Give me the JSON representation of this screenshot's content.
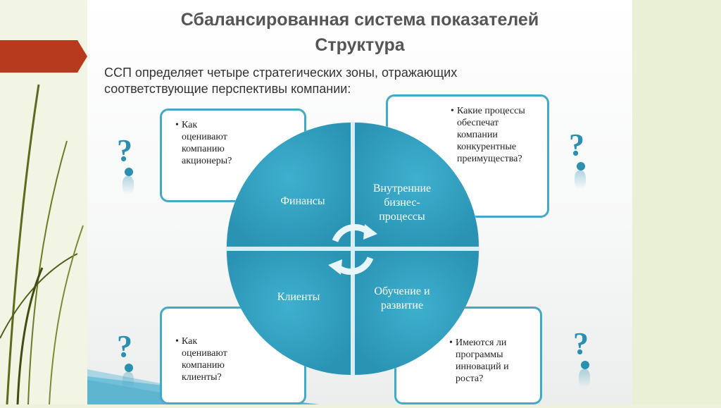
{
  "slide": {
    "title_line1": "Сбалансированная система показателей",
    "title_line2": "Структура",
    "intro_line1": "ССП определяет четыре стратегических зоны, отражающих",
    "intro_line2": "соответствующие перспективы компании:"
  },
  "quadrants": [
    {
      "id": "finance",
      "label": "Финансы"
    },
    {
      "id": "processes",
      "label_lines": [
        "Внутренние",
        "бизнес-",
        "процессы"
      ]
    },
    {
      "id": "clients",
      "label": "Клиенты"
    },
    {
      "id": "learning",
      "label_lines": [
        "Обучение и",
        "развитие"
      ]
    }
  ],
  "questions": {
    "top_left": [
      "Как",
      "оценивают",
      "компанию",
      "акционеры?"
    ],
    "top_right": [
      "Какие процессы",
      "обеспечат",
      "компании",
      "конкурентные",
      "преимущества?"
    ],
    "bottom_left": [
      "Как",
      "оценивают",
      "компанию",
      "клиенты?"
    ],
    "bottom_right": [
      "Имеются ли",
      "программы",
      "инноваций и",
      "роста?"
    ]
  },
  "question_mark": "?",
  "colors": {
    "accent": "#44a9c7",
    "circle": "#2f9cbc",
    "marker": "#b83a1e",
    "decor_green": "#6b7a2a"
  }
}
